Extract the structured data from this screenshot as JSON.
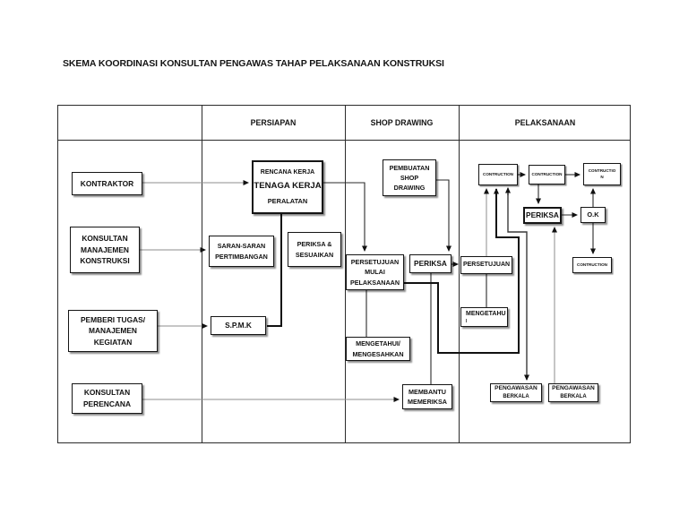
{
  "title": "SKEMA KOORDINASI KONSULTAN PENGAWAS TAHAP PELAKSANAAN KONSTRUKSI",
  "columns": {
    "persiapan": "PERSIAPAN",
    "shop_drawing": "SHOP DRAWING",
    "pelaksanaan": "PELAKSANAAN"
  },
  "boxes": {
    "kontraktor": {
      "lines": [
        "KONTRAKTOR"
      ]
    },
    "konsultan_mk": {
      "lines": [
        "KONSULTAN",
        "MANAJEMEN",
        "KONSTRUKSI"
      ]
    },
    "pemberi_tugas": {
      "lines": [
        "PEMBERI TUGAS/",
        "MANAJEMEN",
        "KEGIATAN"
      ]
    },
    "konsultan_perencana": {
      "lines": [
        "KONSULTAN",
        "PERENCANA"
      ]
    },
    "rencana_kerja": {
      "lines": [
        "RENCANA KERJA",
        "TENAGA KERJA",
        "PERALATAN"
      ]
    },
    "saran_saran": {
      "lines": [
        "SARAN-SARAN",
        "PERTIMBANGAN"
      ]
    },
    "periksa_sesuaikan": {
      "lines": [
        "PERIKSA &",
        "SESUAIKAN"
      ]
    },
    "spmk": {
      "lines": [
        "S.P.M.K"
      ]
    },
    "pembuatan_shop_drawing": {
      "lines": [
        "PEMBUATAN",
        "SHOP",
        "DRAWING"
      ]
    },
    "persetujuan_mulai": {
      "lines": [
        "PERSETUJUAN",
        "MULAI",
        "PELAKSANAAN"
      ]
    },
    "periksa_shop": {
      "lines": [
        "PERIKSA"
      ]
    },
    "mengetahui_mengesahkan": {
      "lines": [
        "MENGETAHUI/",
        "MENGESAHKAN"
      ]
    },
    "membantu_memeriksa": {
      "lines": [
        "MEMBANTU",
        "MEMERIKSA"
      ]
    },
    "contruction_1": {
      "lines": [
        "CONTRUCTION"
      ]
    },
    "contruction_2": {
      "lines": [
        "CONTRUCTION"
      ]
    },
    "contruction_3": {
      "lines": [
        "CONTRUCTIO",
        "N"
      ]
    },
    "periksa_pelaksanaan": {
      "lines": [
        "PERIKSA"
      ]
    },
    "ok": {
      "lines": [
        "O.K"
      ]
    },
    "contruction_4": {
      "lines": [
        "CONTRUCTION"
      ]
    },
    "persetujuan": {
      "lines": [
        "PERSETUJUAN"
      ]
    },
    "mengetahu": {
      "lines": [
        "MENGETAHU",
        "I"
      ]
    },
    "pengawasan_berkala_1": {
      "lines": [
        "PENGAWASAN",
        "BERKALA"
      ]
    },
    "pengawasan_berkala_2": {
      "lines": [
        "PENGAWASAN",
        "BERKALA"
      ]
    }
  }
}
